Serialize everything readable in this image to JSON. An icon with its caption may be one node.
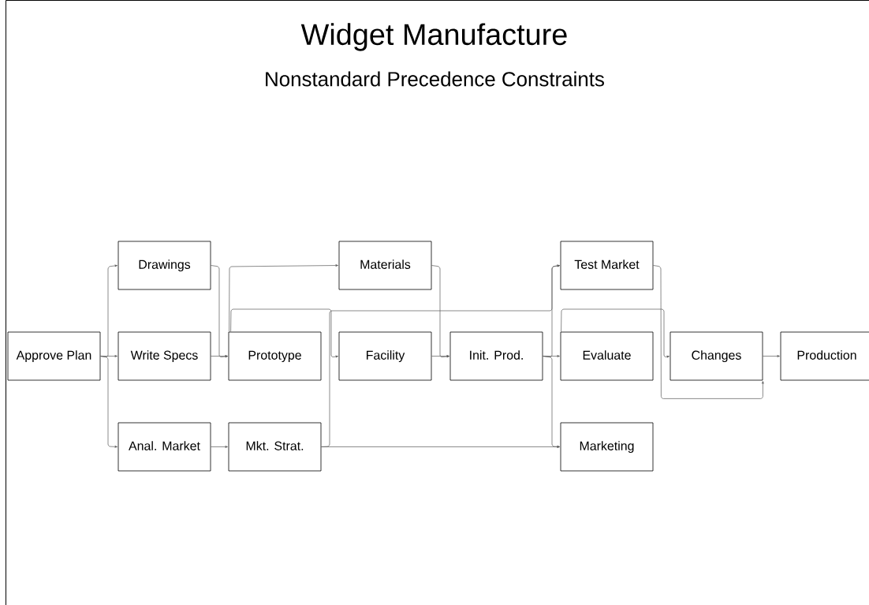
{
  "diagram": {
    "title": "Widget Manufacture",
    "caption": "Nonstandard Precedence Constraints",
    "nodes": [
      {
        "text": [
          "Approve Plan"
        ]
      },
      {
        "text": [
          "Drawings"
        ]
      },
      {
        "text": [
          "Write Specs"
        ]
      },
      {
        "text": [
          "Anal. Market"
        ]
      },
      {
        "text": [
          "Prototype"
        ]
      },
      {
        "text": [
          "Mkt. Strat."
        ]
      },
      {
        "text": [
          "Materials"
        ]
      },
      {
        "text": [
          "Facility"
        ]
      },
      {
        "text": [
          "Init. Prod."
        ]
      },
      {
        "text": [
          "Test Market"
        ]
      },
      {
        "text": [
          "Evaluate"
        ]
      },
      {
        "text": [
          "Marketing"
        ]
      },
      {
        "text": [
          "Changes"
        ]
      },
      {
        "text": [
          "Production"
        ]
      }
    ],
    "edges": [
      {
        "from": 0,
        "to": 1,
        "arrow": "to"
      },
      {
        "from": 0,
        "to": 2,
        "arrow": "to"
      },
      {
        "from": 0,
        "to": 3,
        "arrow": "to"
      },
      {
        "from": 1,
        "to": 4,
        "arrow": "to"
      },
      {
        "from": 2,
        "to": 4,
        "arrow": "to"
      },
      {
        "from": 3,
        "to": 5,
        "arrow": "to"
      },
      {
        "from": 4,
        "to": 6,
        "arrow": "to"
      },
      {
        "from": 4,
        "to": 7,
        "arrow": "to"
      },
      {
        "from": 5,
        "to": 9,
        "arrow": "to"
      },
      {
        "from": 5,
        "to": 11,
        "arrow": "to"
      },
      {
        "from": 6,
        "to": 8,
        "arrow": "to"
      },
      {
        "from": 7,
        "to": 8,
        "arrow": "to"
      },
      {
        "from": 8,
        "to": 10,
        "arrow": "to"
      },
      {
        "from": 8,
        "to": 9,
        "arrow": "to"
      },
      {
        "from": 8,
        "to": 11,
        "arrow": "to"
      },
      {
        "from": 10,
        "to": 12,
        "arrow": "to"
      },
      {
        "from": 9,
        "to": 12,
        "arrow": "to"
      },
      {
        "from": 12,
        "to": 13,
        "arrow": "to"
      }
    ]
  }
}
